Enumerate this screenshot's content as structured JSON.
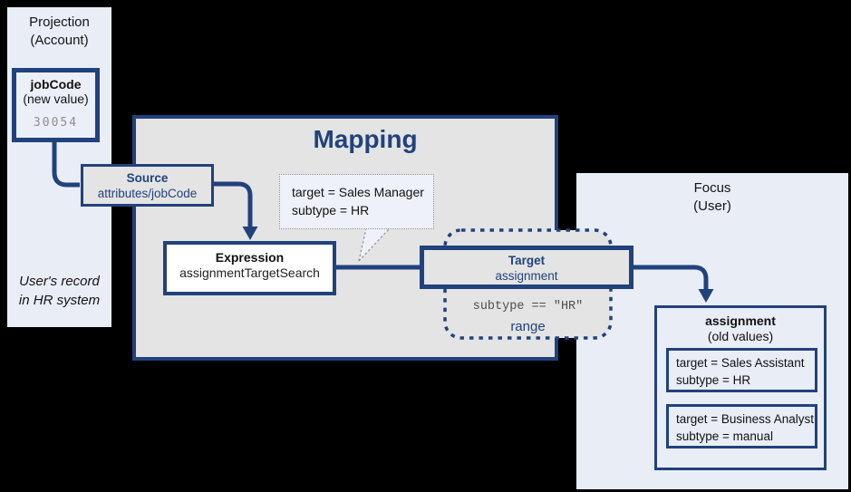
{
  "colors": {
    "accent_blue": "#21427b",
    "panel_light": "#e9edf6",
    "panel_gray": "#e4e4e4",
    "bubble_bg": "#eef1f9",
    "value_gray": "#8e8e8e",
    "background": "#000000"
  },
  "projection": {
    "title1": "Projection",
    "title2": "(Account)",
    "note1": "User's record",
    "note2": "in HR system"
  },
  "jobcode": {
    "name": "jobCode",
    "qualifier": "(new value)",
    "value": "30054"
  },
  "mapping": {
    "title": "Mapping"
  },
  "source": {
    "label": "Source",
    "path": "attributes/jobCode"
  },
  "expression": {
    "label": "Expression",
    "name": "assignmentTargetSearch"
  },
  "bubble": {
    "line1": "target = Sales Manager",
    "line2": "subtype = HR"
  },
  "target": {
    "label": "Target",
    "name": "assignment"
  },
  "range": {
    "condition": "subtype == \"HR\"",
    "label": "range"
  },
  "focus": {
    "title1": "Focus",
    "title2": "(User)"
  },
  "assignment": {
    "name": "assignment",
    "qualifier": "(old values)",
    "values": [
      {
        "line1": "target = Sales Assistant",
        "line2": "subtype = HR"
      },
      {
        "line1": "target = Business Analyst",
        "line2": "subtype = manual"
      }
    ]
  }
}
